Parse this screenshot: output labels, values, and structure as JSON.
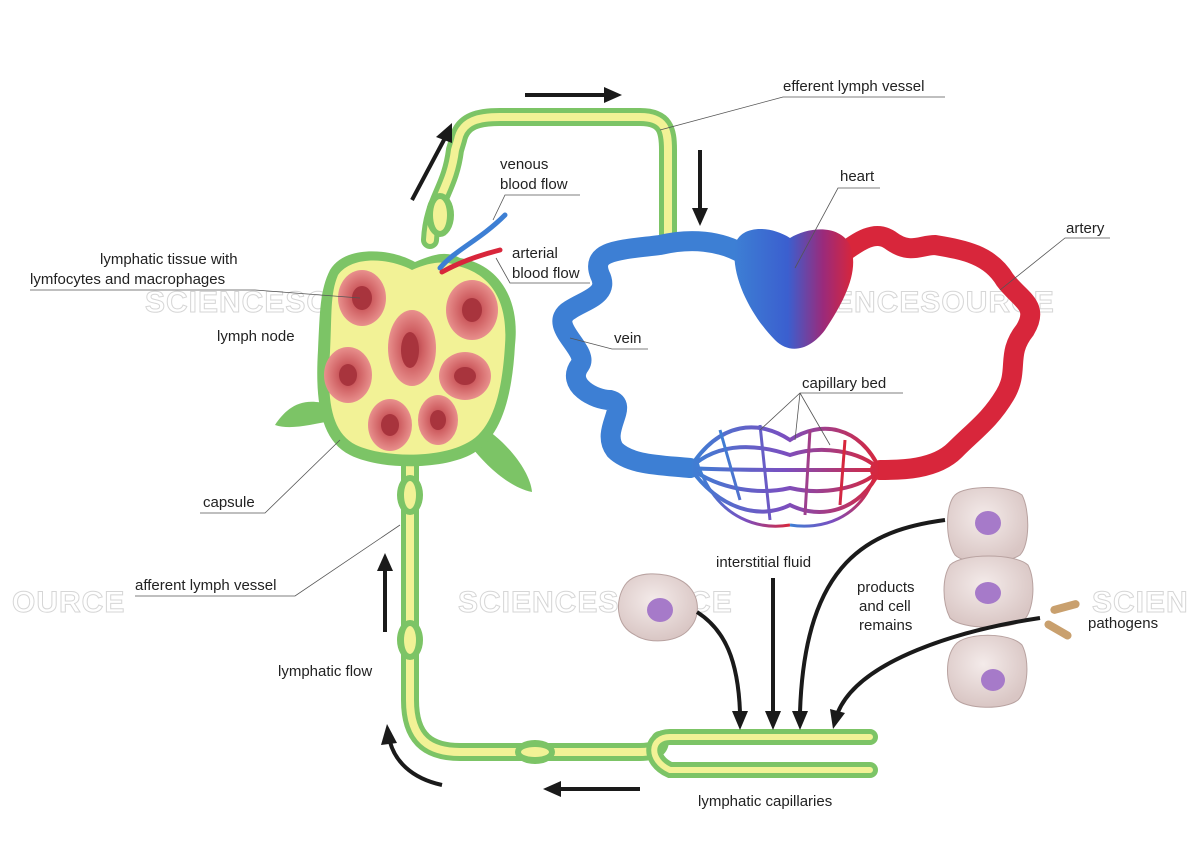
{
  "labels": {
    "efferent_lymph_vessel": "efferent lymph vessel",
    "venous_blood_flow_1": "venous",
    "venous_blood_flow_2": "blood flow",
    "arterial_blood_flow_1": "arterial",
    "arterial_blood_flow_2": "blood flow",
    "heart": "heart",
    "artery": "artery",
    "lymphatic_tissue_1": "lymphatic tissue with",
    "lymphatic_tissue_2": "lymfocytes and macrophages",
    "lymph_node": "lymph node",
    "vein": "vein",
    "capillary_bed": "capillary bed",
    "capsule": "capsule",
    "interstitial_fluid": "interstitial fluid",
    "products_1": "products",
    "products_2": "and cell",
    "products_3": "remains",
    "pathogens": "pathogens",
    "afferent_lymph_vessel": "afferent lymph vessel",
    "lymphatic_flow": "lymphatic flow",
    "lymphatic_capillaries": "lymphatic capillaries"
  },
  "watermarks": {
    "w1": "SCIENCESOURCE",
    "w2": "SCIENCESOURCE",
    "w3": "OURCE",
    "w4": "SCIENCESOURCE",
    "w5": "SCIEN"
  },
  "colors": {
    "lymph_outer": "#7cc466",
    "lymph_inner": "#f2f296",
    "vein_blue": "#3d7fd4",
    "artery_red": "#d8263b",
    "node_tissue": "#d46b6f",
    "cell_body": "#e6d8d6",
    "cell_nucleus": "#a67ac9"
  }
}
